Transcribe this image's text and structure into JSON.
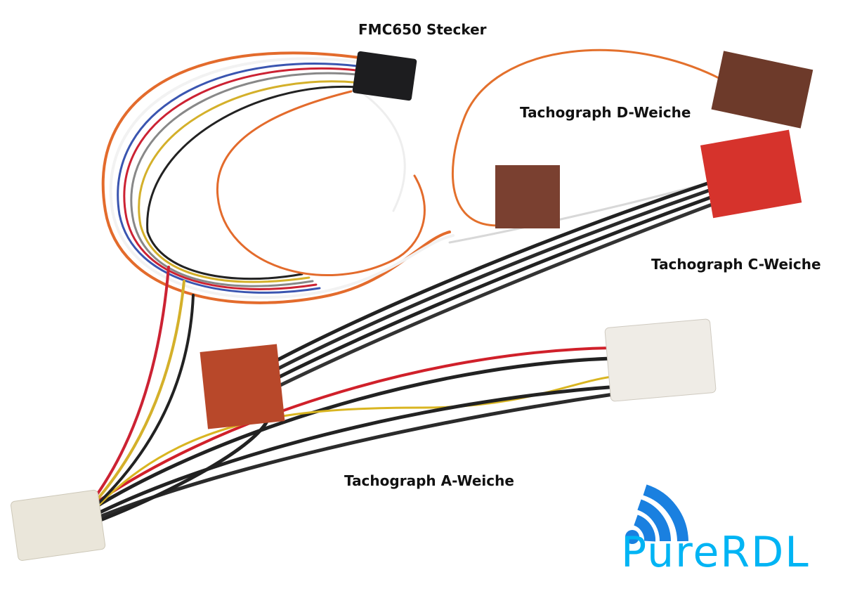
{
  "labels": {
    "fmc650": "FMC650 Stecker",
    "d_weiche": "Tachograph D-Weiche",
    "c_weiche": "Tachograph C-Weiche",
    "a_weiche": "Tachograph A-Weiche"
  },
  "logo": {
    "text": "PureRDL",
    "text_color": "#00b4f4",
    "icon_color": "#1a80e0",
    "icon": "wifi-signal-icon"
  }
}
